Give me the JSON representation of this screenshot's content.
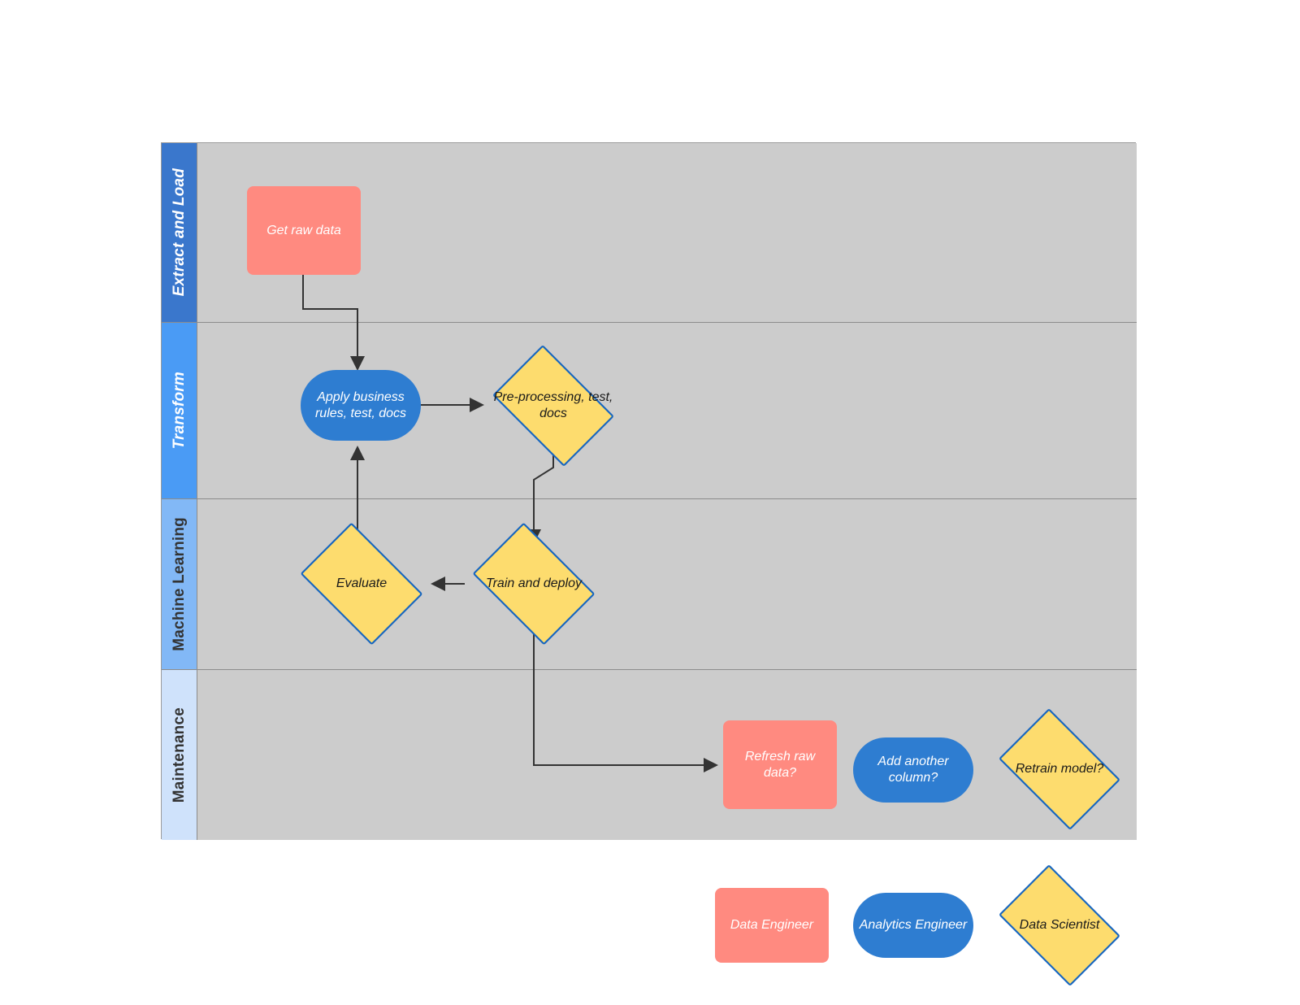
{
  "diagram": {
    "type": "swimlane-flowchart",
    "title": "",
    "colors": {
      "lane_fill": "#cccccc",
      "data_engineer": "#FF8A80",
      "analytics_engineer": "#2E7DD1",
      "data_scientist_fill": "#FDDC6E",
      "data_scientist_border": "#1565C0",
      "lane_header_extract": "#3A77CC",
      "lane_header_transform": "#4A9BF5",
      "lane_header_ml": "#82B8F6",
      "lane_header_maintenance": "#CFE2FB"
    },
    "lanes": [
      {
        "label": "Extract and Load",
        "header_bg": "#3A77CC",
        "header_color": "#ffffff"
      },
      {
        "label": "Transform",
        "header_bg": "#4A9BF5",
        "header_color": "#ffffff"
      },
      {
        "label": "Machine Learning",
        "header_bg": "#82B8F6",
        "header_color": "#333333"
      },
      {
        "label": "Maintenance",
        "header_bg": "#CFE2FB",
        "header_color": "#333333"
      }
    ],
    "nodes": [
      {
        "id": "get-raw-data",
        "label": "Get raw data",
        "shape": "rect",
        "lane": "Extract and Load"
      },
      {
        "id": "apply-rules",
        "label": "Apply business rules, test, docs",
        "shape": "round",
        "lane": "Transform"
      },
      {
        "id": "pre-processing",
        "label": "Pre-processing, test, docs",
        "shape": "diamond",
        "lane": "Transform"
      },
      {
        "id": "evaluate",
        "label": "Evaluate",
        "shape": "diamond",
        "lane": "Machine Learning"
      },
      {
        "id": "train-and-deploy",
        "label": "Train and deploy",
        "shape": "diamond",
        "lane": "Machine Learning"
      },
      {
        "id": "refresh-raw-data",
        "label": "Refresh raw data?",
        "shape": "rect",
        "lane": "Maintenance"
      },
      {
        "id": "add-another-column",
        "label": "Add another column?",
        "shape": "round",
        "lane": "Maintenance"
      },
      {
        "id": "retrain-model",
        "label": "Retrain model?",
        "shape": "diamond",
        "lane": "Maintenance"
      }
    ],
    "edges": [
      {
        "from": "get-raw-data",
        "to": "apply-rules",
        "label": ""
      },
      {
        "from": "apply-rules",
        "to": "pre-processing",
        "label": ""
      },
      {
        "from": "pre-processing",
        "to": "train-and-deploy",
        "label": ""
      },
      {
        "from": "train-and-deploy",
        "to": "evaluate",
        "label": ""
      },
      {
        "from": "evaluate",
        "to": "apply-rules",
        "label": ""
      },
      {
        "from": "train-and-deploy",
        "to": "refresh-raw-data",
        "label": ""
      }
    ]
  },
  "legend": {
    "items": [
      {
        "label": "Data Engineer",
        "shape": "rect"
      },
      {
        "label": "Analytics Engineer",
        "shape": "round"
      },
      {
        "label": "Data Scientist",
        "shape": "diamond"
      }
    ]
  }
}
